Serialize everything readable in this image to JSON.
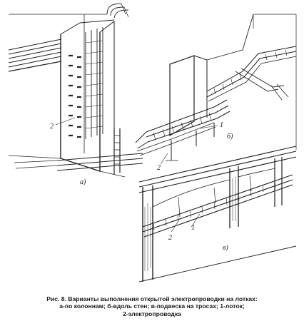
{
  "figure": {
    "labels": {
      "a_panel": "а)",
      "b_panel": "б)",
      "v_panel": "в)",
      "a_num_2": "2",
      "b_num_1": "1",
      "b_num_2": "2",
      "v_num_1": "1",
      "v_num_2": "2"
    }
  },
  "caption": {
    "line1": "Рис. 8. Варианты выполнения открытой электропроводки на лотках:",
    "line2": "а-по колоннам; б-вдоль стен; в-подвеска на тросах; 1-лоток;",
    "line3": "2-электропроводка"
  }
}
